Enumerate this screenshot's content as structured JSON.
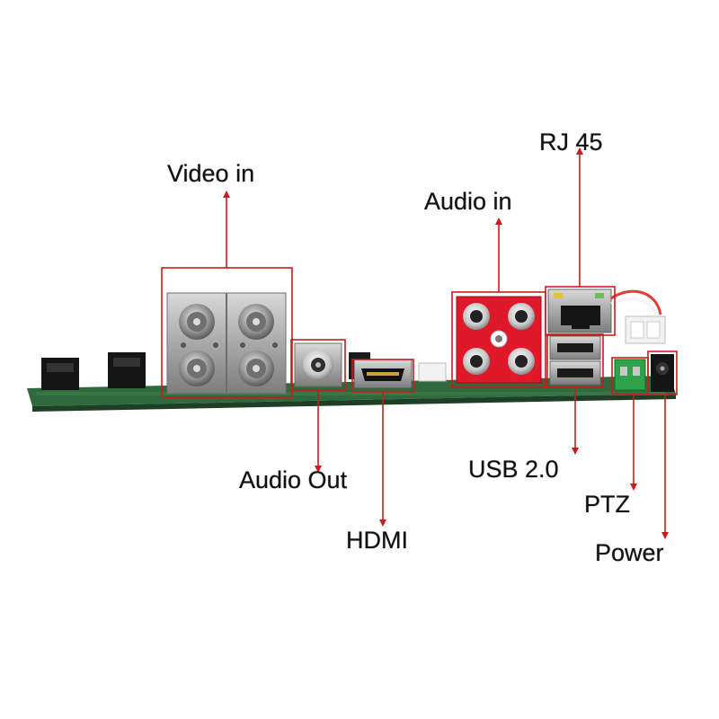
{
  "labels": {
    "video_in": "Video in",
    "audio_in": "Audio in",
    "rj45": "RJ 45",
    "audio_out": "Audio Out",
    "hdmi": "HDMI",
    "usb": "USB 2.0",
    "ptz": "PTZ",
    "power": "Power"
  },
  "colors": {
    "callout_line": "#cc1b1b",
    "pcb_green": "#2f6a3c",
    "connector_red": "#e0192a",
    "metal": "#b8b8b8",
    "label_text": "#111111"
  },
  "icons": {
    "bnc_connector": "bnc-connector-icon",
    "rca_jack": "rca-jack-icon",
    "hdmi_port": "hdmi-port-icon",
    "ethernet_port": "ethernet-port-icon",
    "usb_port": "usb-port-icon",
    "terminal_block": "terminal-block-icon",
    "dc_jack": "dc-jack-icon"
  }
}
